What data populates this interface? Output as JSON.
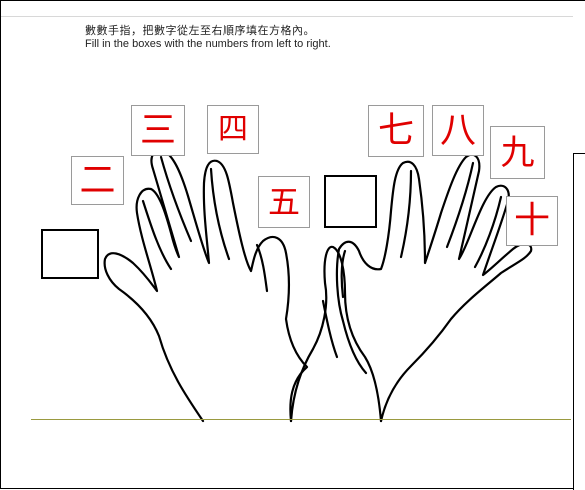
{
  "worksheet": {
    "instruction_zh": "數數手指，把數字從左至右順序填在方格內。",
    "instruction_en": "Fill in the boxes with the numbers from left to right."
  },
  "boxes": [
    {
      "label": ""
    },
    {
      "label": "二"
    },
    {
      "label": "三"
    },
    {
      "label": "四"
    },
    {
      "label": "五"
    },
    {
      "label": ""
    },
    {
      "label": "七"
    },
    {
      "label": "八"
    },
    {
      "label": "九"
    },
    {
      "label": "十"
    }
  ],
  "colors": {
    "numeral": "#e00000",
    "outline": "#000000",
    "ground_line": "#9a9a40"
  }
}
